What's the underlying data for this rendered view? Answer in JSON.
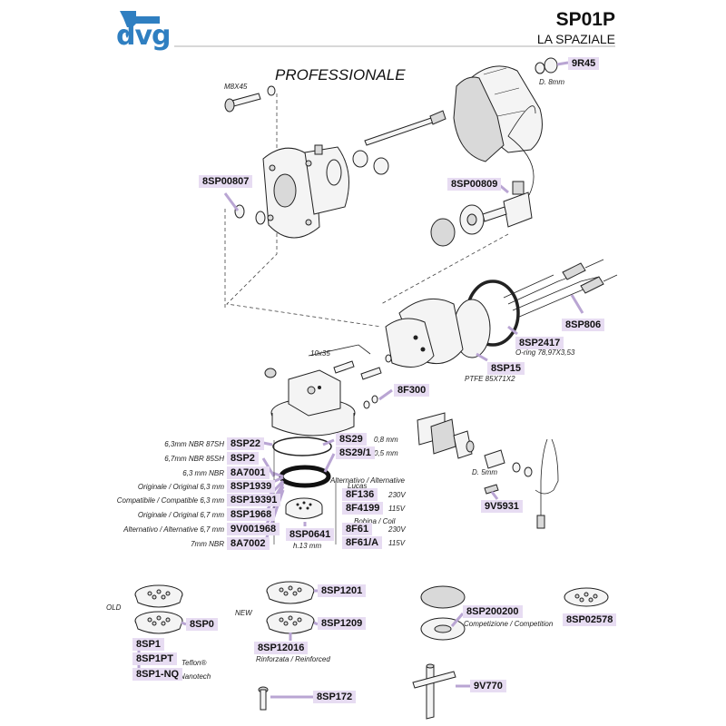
{
  "header": {
    "brand": "dvg",
    "model_code": "SP01P",
    "model_name": "LA SPAZIALE",
    "section_title": "PROFESSIONALE"
  },
  "colors": {
    "brand_blue": "#2f7fc1",
    "tag_bg": "#e7dcf2",
    "leader": "#b9a5d3"
  },
  "notes": {
    "m8x45": "M8X45",
    "d8mm": "D. 8mm",
    "oring_dim": "O-ring 78,97X3,53",
    "ptfe_dim": "PTFE 85X71X2",
    "size_10x35": "10x35",
    "thk_08": "0,8 mm",
    "thk_05": "0,5 mm",
    "d5mm": "D. 5mm",
    "alt": "Alternativo / Alternative",
    "lucas": "Lucas",
    "v230a": "230V",
    "v115a": "115V",
    "bobina": "Bobina / Coil",
    "v230b": "230V",
    "v115b": "115V",
    "h13": "h.13 mm",
    "g1": "6,3mm NBR 87SH",
    "g2": "6,7mm NBR 85SH",
    "g3": "6,3 mm NBR",
    "g4": "Originale / Original 6,3 mm",
    "g5": "Compatibile / Compatible 6,3 mm",
    "g6": "Originale / Original 6,7 mm",
    "g7": "Alternativo / Alternative 6,7 mm",
    "g8": "7mm NBR",
    "old": "OLD",
    "new": "NEW",
    "teflon": "Teflon®",
    "nanotech": "Nanotech",
    "rinforzata": "Rinforzata / Reinforced",
    "competizione": "Competizione / Competition"
  },
  "parts": {
    "p9r45": "9R45",
    "p8sp00807": "8SP00807",
    "p8sp00809": "8SP00809",
    "p8sp806": "8SP806",
    "p8sp2417": "8SP2417",
    "p8sp15": "8SP15",
    "p8f300": "8F300",
    "p8s29": "8S29",
    "p8s29_1": "8S29/1",
    "p8sp22": "8SP22",
    "p8sp2": "8SP2",
    "p8a7001": "8A7001",
    "p8sp1939": "8SP1939",
    "p8sp19391": "8SP19391",
    "p8sp1968": "8SP1968",
    "p9v001968": "9V001968",
    "p8a7002": "8A7002",
    "p8f136": "8F136",
    "p8f4199": "8F4199",
    "p8sp0641": "8SP0641",
    "p8f61": "8F61",
    "p8f61a": "8F61/A",
    "p9v5931": "9V5931",
    "p8sp0": "8SP0",
    "p8sp1": "8SP1",
    "p8sp1pt": "8SP1PT",
    "p8sp1nq": "8SP1-NQ",
    "p8sp1201": "8SP1201",
    "p8sp1209": "8SP1209",
    "p8sp12016": "8SP12016",
    "p8sp200200": "8SP200200",
    "p8sp02578": "8SP02578",
    "p8sp172": "8SP172",
    "p9v770": "9V770"
  }
}
